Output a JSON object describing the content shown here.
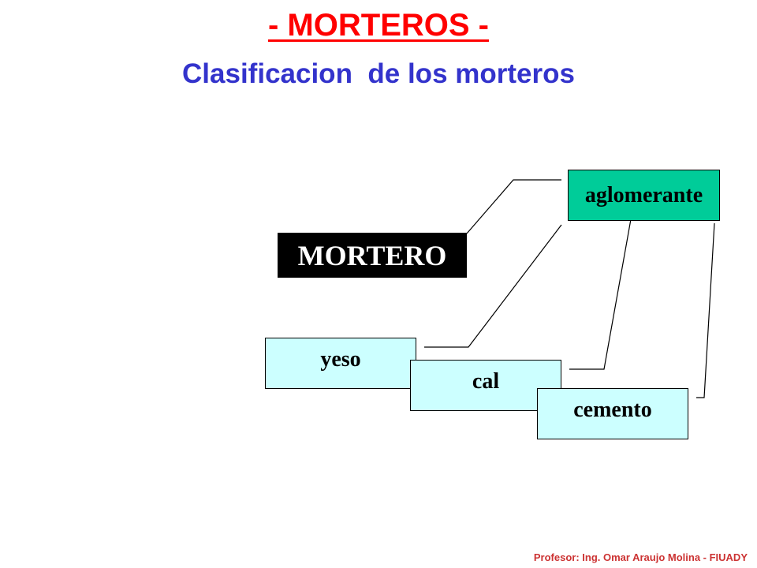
{
  "header": {
    "title": "- MORTEROS -",
    "subtitle": "Clasificacion  de los morteros"
  },
  "diagram": {
    "root": "MORTERO",
    "category": "aglomerante",
    "items": [
      "yeso",
      "cal",
      "cemento"
    ]
  },
  "footer": {
    "credit": "Profesor: Ing. Omar Araujo Molina - FIUADY"
  },
  "colors": {
    "title": "#ff0000",
    "subtitle": "#3333cc",
    "aglomerante_fill": "#00cc99",
    "item_fill": "#ccffff",
    "root_fill": "#000000",
    "footer": "#cc3333"
  }
}
